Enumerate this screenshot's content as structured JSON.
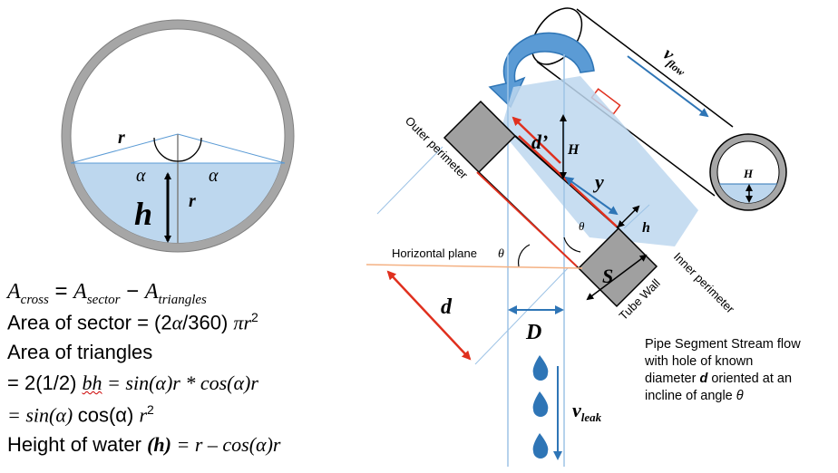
{
  "labels": {
    "r_top": "r",
    "r_side": "r",
    "alpha_left": "α",
    "alpha_right": "α",
    "h": "h",
    "d_prime": "d’",
    "H_main": "H",
    "y": "y",
    "theta_small": "θ",
    "h_right": "h",
    "S": "S",
    "horizontal_plane": "Horizontal plane",
    "theta_plane": "θ",
    "d": "d",
    "D": "D",
    "v_leak_base": "v",
    "v_leak_sub": "leak",
    "v_flow_base": "v",
    "v_flow_sub": "flow",
    "H_pipe": "H",
    "outer_perimeter": "Outer perimeter",
    "inner_perimeter": "Inner perimeter",
    "tube_wall": "Tube Wall"
  },
  "equations": {
    "line1_a": "A",
    "line1_a_sub": "cross",
    "line1_eq": " = ",
    "line1_b": "A",
    "line1_b_sub": "sector",
    "line1_minus": " − ",
    "line1_c": "A",
    "line1_c_sub": "triangles",
    "line2_text": "Area of sector = (2",
    "line2_alpha": "α",
    "line2_rest": "/360) ",
    "line2_pi": "πr",
    "line2_sup": "2",
    "line3": "Area of triangles",
    "line4_pre": "= 2(1/2) ",
    "line4_bh": "bh",
    "line4_rest": " = sin(α)r * cos(α)r",
    "line5_pre": "= sin(α) ",
    "line5_cos": "cos(α) ",
    "line5_r": "r",
    "line5_sup": "2",
    "line6_pre": "Height of water ",
    "line6_h": "(h)",
    "line6_rest": " = r – cos(α)r"
  },
  "caption": {
    "line1": "Pipe Segment Stream flow",
    "line2": "with hole of known",
    "line3_pre": "diameter ",
    "line3_d": "d",
    "line3_post": " oriented at an",
    "line4_pre": "incline of angle ",
    "line4_theta": "θ"
  },
  "colors": {
    "pipe_wall": "#a6a6a6",
    "water": "#bdd7ee",
    "arrow_blue": "#2e75b6",
    "curved_arrow": "#5b9bd5",
    "red": "#e0301e",
    "orange_line": "#f4b183",
    "wall_gray": "#a0a0a0",
    "light_blue_line": "#9dc3e6"
  }
}
